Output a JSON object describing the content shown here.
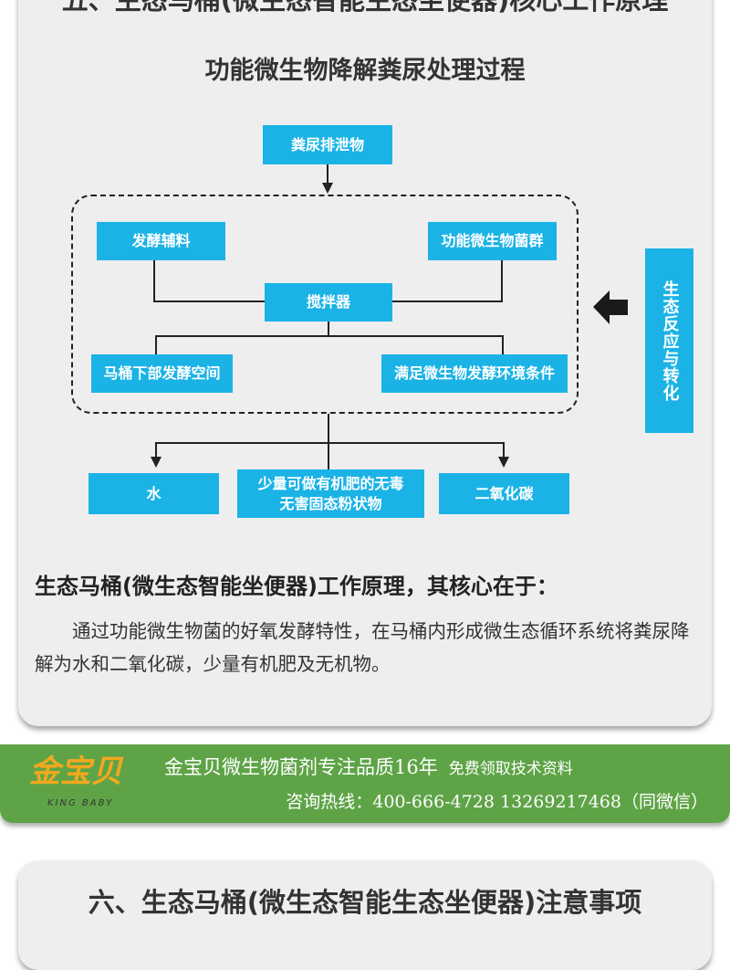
{
  "section5_title": "五、生态马桶(微生态智能生态坐便器)核心工作原理",
  "diagram_title": "功能微生物降解粪尿处理过程",
  "nodes": {
    "input": "粪尿排泄物",
    "ferment_aux": "发酵辅料",
    "microbes": "功能微生物菌群",
    "mixer": "搅拌器",
    "space": "马桶下部发酵空间",
    "conditions": "满足微生物发酵环境条件",
    "side": "生态反应与转化",
    "water": "水",
    "fertilizer": "少量可做有机肥的无毒无害固态粉状物",
    "co2": "二氧化碳"
  },
  "principle_heading": "生态马桶(微生态智能坐便器)工作原理，其核心在于：",
  "principle_text": "通过功能微生物菌的好氧发酵特性，在马桶内形成微生态循环系统将粪尿降解为水和二氧化碳，少量有机肥及无机物。",
  "banner": {
    "brand": "金宝贝",
    "brand_en": "KING BABY",
    "line1": "金宝贝微生物菌剂专注品质16年",
    "line1_small": "免费领取技术资料",
    "line2": "咨询热线：400-666-4728  13269217468（同微信）"
  },
  "section6_title": "六、生态马桶(微生态智能生态坐便器)注意事项",
  "colors": {
    "box": "#1bb3e6",
    "banner": "#5ea447",
    "card": "#eeeeee"
  }
}
